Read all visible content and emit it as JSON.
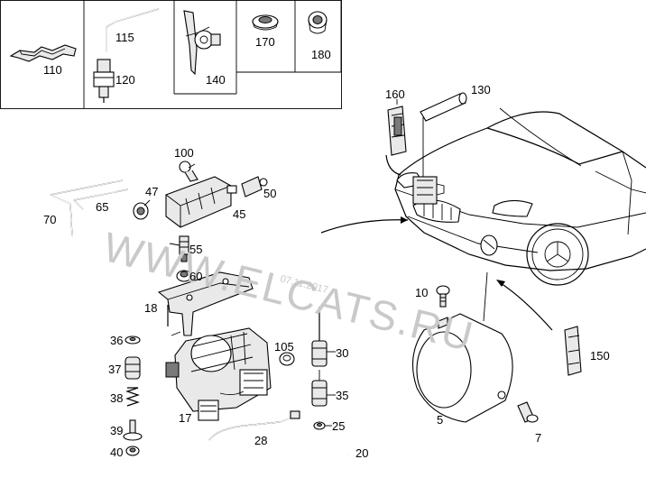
{
  "diagram": {
    "watermark": "WWW.ELCATS.RU",
    "watermark_date": "07.11.2017",
    "parts": [
      {
        "id": "p110",
        "label": "110"
      },
      {
        "id": "p115",
        "label": "115"
      },
      {
        "id": "p120",
        "label": "120"
      },
      {
        "id": "p140",
        "label": "140"
      },
      {
        "id": "p170",
        "label": "170"
      },
      {
        "id": "p180",
        "label": "180"
      },
      {
        "id": "p160",
        "label": "160"
      },
      {
        "id": "p130",
        "label": "130"
      },
      {
        "id": "p100",
        "label": "100"
      },
      {
        "id": "p47",
        "label": "47"
      },
      {
        "id": "p50",
        "label": "50"
      },
      {
        "id": "p70",
        "label": "70"
      },
      {
        "id": "p65",
        "label": "65"
      },
      {
        "id": "p45",
        "label": "45"
      },
      {
        "id": "p55",
        "label": "55"
      },
      {
        "id": "p60",
        "label": "60"
      },
      {
        "id": "p18",
        "label": "18"
      },
      {
        "id": "p10",
        "label": "10"
      },
      {
        "id": "p105",
        "label": "105"
      },
      {
        "id": "p30",
        "label": "30"
      },
      {
        "id": "p36",
        "label": "36"
      },
      {
        "id": "p37",
        "label": "37"
      },
      {
        "id": "p38",
        "label": "38"
      },
      {
        "id": "p39",
        "label": "39"
      },
      {
        "id": "p40",
        "label": "40"
      },
      {
        "id": "p35",
        "label": "35"
      },
      {
        "id": "p25",
        "label": "25"
      },
      {
        "id": "p17",
        "label": "17"
      },
      {
        "id": "p28",
        "label": "28"
      },
      {
        "id": "p20",
        "label": "20"
      },
      {
        "id": "p5",
        "label": "5"
      },
      {
        "id": "p7",
        "label": "7"
      },
      {
        "id": "p150",
        "label": "150"
      }
    ]
  }
}
